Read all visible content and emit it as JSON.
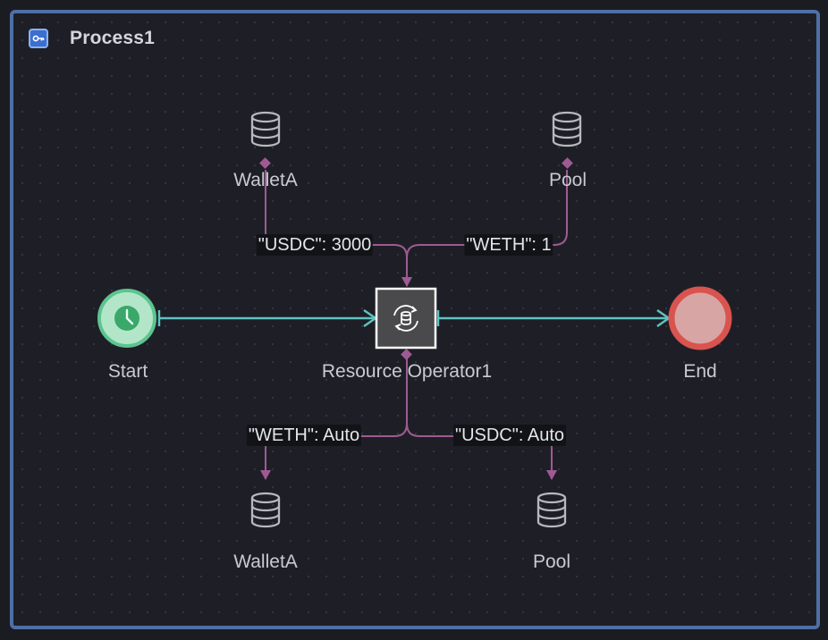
{
  "process": {
    "title": "Process1",
    "icon": "process-key-icon"
  },
  "nodes": {
    "start": {
      "label": "Start",
      "icon": "clock-icon",
      "color": "#5cc490"
    },
    "operator": {
      "label": "Resource Operator1",
      "icon": "resource-operator-icon"
    },
    "end": {
      "label": "End",
      "color": "#d9534f"
    },
    "wallet_top": {
      "label": "WalletA",
      "icon": "database-icon"
    },
    "pool_top": {
      "label": "Pool",
      "icon": "database-icon"
    },
    "wallet_bottom": {
      "label": "WalletA",
      "icon": "database-icon"
    },
    "pool_bottom": {
      "label": "Pool",
      "icon": "database-icon"
    }
  },
  "edges": {
    "usdc_in": "\"USDC\": 3000",
    "weth_in": "\"WETH\": 1",
    "weth_out": "\"WETH\": Auto",
    "usdc_out": "\"USDC\": Auto"
  },
  "colors": {
    "flow": "#5fc3c0",
    "resource": "#a05a93",
    "frame": "#4f6fa6"
  }
}
